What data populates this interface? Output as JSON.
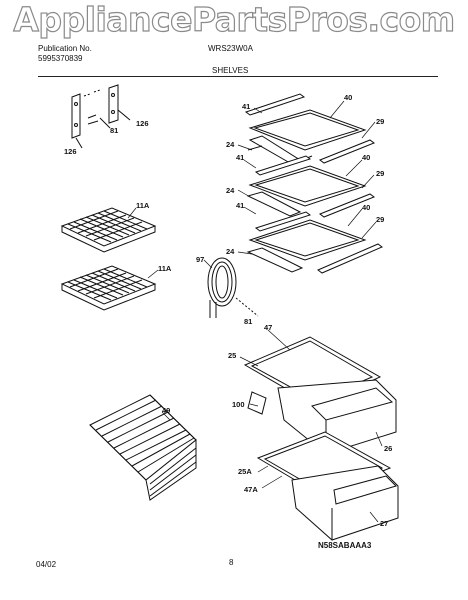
{
  "watermark": "AppliancePartsPros.com",
  "header": {
    "publication_label": "Publication No.",
    "publication_number": "5995370839",
    "model": "WRS23W0A",
    "section_title": "SHELVES"
  },
  "callouts": {
    "c126a": "126",
    "c81a": "81",
    "c126b": "126",
    "c41a": "41",
    "c40a": "40",
    "c29a": "29",
    "c24a": "24",
    "c41b": "41",
    "c40b": "40",
    "c24b": "24",
    "c29b": "29",
    "c41c": "41",
    "c40c": "40",
    "c29c": "29",
    "c24c": "24",
    "c11a1": "11A",
    "c11a2": "11A",
    "c97": "97",
    "c81b": "81",
    "c47": "47",
    "c25": "25",
    "c100": "100",
    "c49": "49",
    "c26": "26",
    "c25a": "25A",
    "c47a": "47A",
    "c27": "27"
  },
  "footer": {
    "date": "04/02",
    "page": "8",
    "diagram_code": "N58SABAAA3"
  }
}
